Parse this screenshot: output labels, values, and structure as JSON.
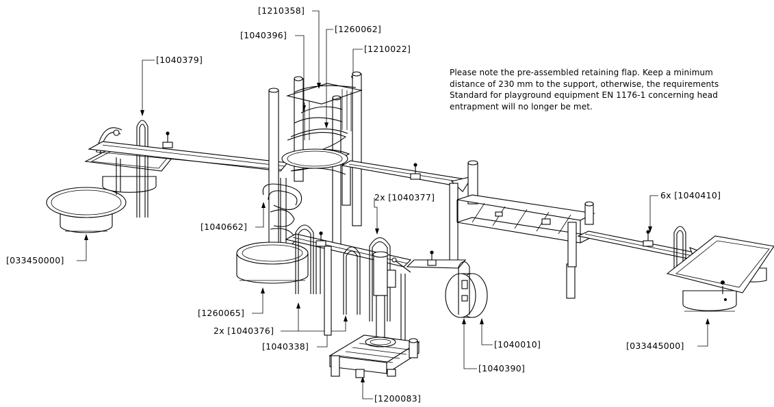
{
  "note": {
    "lines": [
      "Please note the pre-assembled retaining flap. Keep a minimum",
      "distance of 230 mm to the support, otherwise, the requirements",
      "Standard for playground equipment EN 1176-1 concerning head",
      "entrapment will no longer be met."
    ]
  },
  "labels": {
    "p1210358": "[1210358]",
    "p1040396": "[1040396]",
    "p1260062": "[1260062]",
    "p1210022": "[1210022]",
    "p1040379": "[1040379]",
    "p1040377": "2x [1040377]",
    "p1040410": "6x [1040410]",
    "p1040662": "[1040662]",
    "p033450000": "[033450000]",
    "p1260065": "[1260065]",
    "p1040376": "2x [1040376]",
    "p1040338": "[1040338]",
    "p1040010": "[1040010]",
    "p1040390": "[1040390]",
    "p033445000": "[033445000]",
    "p1200083": "[1200083]"
  }
}
